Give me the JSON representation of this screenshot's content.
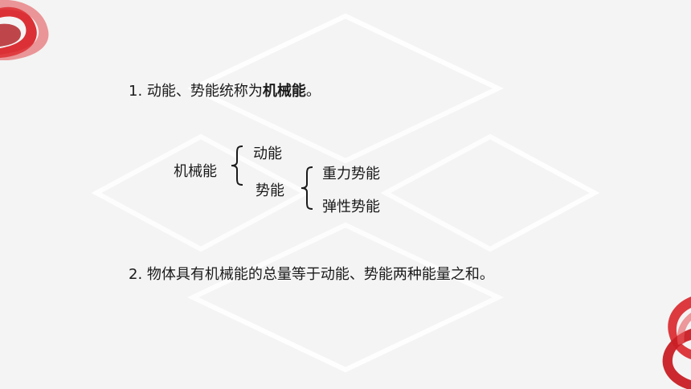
{
  "slide": {
    "point1": {
      "prefix": "1. 动能、势能统称为",
      "emphasis": "机械能",
      "suffix": "。"
    },
    "tree": {
      "root": "机械能",
      "kinetic": "动能",
      "potential": "势能",
      "gravitational": "重力势能",
      "elastic": "弹性势能"
    },
    "point2": "2. 物体具有机械能的总量等于动能、势能两种能量之和。"
  },
  "colors": {
    "ribbon": "#d9262b",
    "background": "#f4f4f4",
    "text": "#1a1a1a"
  }
}
